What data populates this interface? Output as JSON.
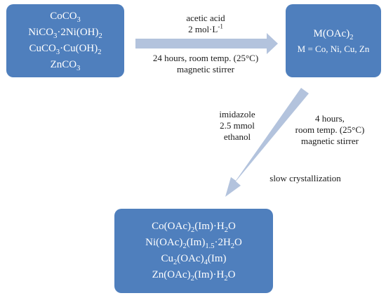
{
  "start_box": {
    "lines": [
      "CoCO3",
      "NiCO3·2Ni(OH)2",
      "CuCO3·Cu(OH)2",
      "ZnCO3"
    ]
  },
  "reaction1": {
    "reagent_line1": "acetic acid",
    "reagent_line2": "2 mol·L-1",
    "condition_line1": "24 hours, room temp. (25°C)",
    "condition_line2": "magnetic  stirrer"
  },
  "acetate_box": {
    "formula": "M(OAc)2",
    "definition": "M = Co, Ni, Cu, Zn"
  },
  "reaction2": {
    "reagent_line1": "imidazole",
    "reagent_line2": "2.5 mmol",
    "reagent_line3": "ethanol",
    "condition_line1": "4 hours,",
    "condition_line2": "room temp.  (25°C)",
    "condition_line3": "magnetic  stirrer",
    "process": "slow crystallization"
  },
  "product_box": {
    "lines": [
      "Co(OAc)2(Im)·H2O",
      "Ni(OAc)2(Im)1.5·2H2O",
      "Cu2(OAc)4(Im)",
      "Zn(OAc)2(Im)·H2O"
    ]
  },
  "colors": {
    "box_fill": "#4f7fbd",
    "arrow_fill": "#b3c3dd",
    "box_text": "#ffffff"
  }
}
